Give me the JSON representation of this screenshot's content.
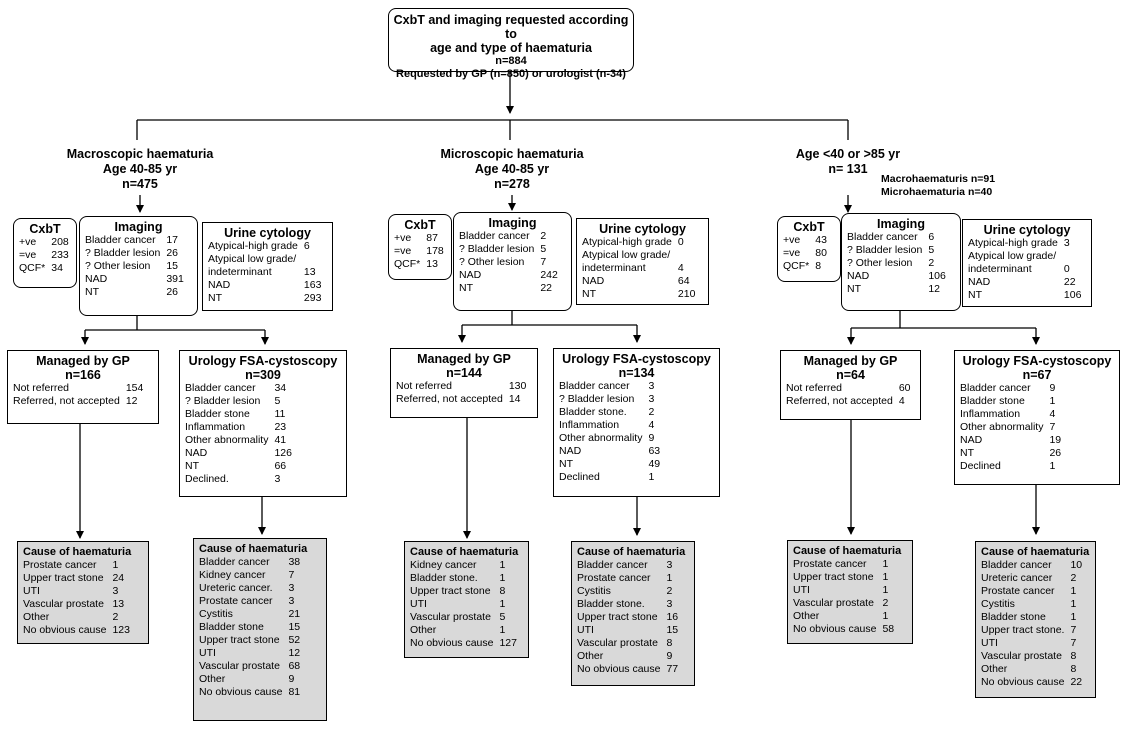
{
  "top": {
    "line1": "CxbT and imaging requested according to",
    "line2": "age and type of haematuria",
    "line3": "n=884",
    "line4": "Requested by GP (n=850) or urologist (n-34)"
  },
  "columns": [
    {
      "header": [
        "Macroscopic haematuria",
        "Age 40-85 yr",
        "n=475"
      ],
      "cxbt": {
        "title": "CxbT",
        "rows": [
          [
            "+ve",
            "208"
          ],
          [
            "=ve",
            "233"
          ],
          [
            "QCF*",
            "34"
          ]
        ]
      },
      "imaging": {
        "title": "Imaging",
        "rows": [
          [
            "Bladder cancer",
            "17"
          ],
          [
            "? Bladder lesion",
            "26"
          ],
          [
            "? Other lesion",
            "15"
          ],
          [
            "NAD",
            "391"
          ],
          [
            "NT",
            "26"
          ]
        ]
      },
      "cytology": {
        "title": "Urine cytology",
        "rows": [
          [
            "Atypical-high grade",
            "6"
          ],
          [
            "Atypical low grade/",
            ""
          ],
          [
            "indeterminant",
            "13"
          ],
          [
            "NAD",
            "163"
          ],
          [
            "NT",
            "293"
          ]
        ]
      },
      "gp": {
        "title": "Managed by GP",
        "subtitle": "n=166",
        "rows": [
          [
            "Not referred",
            "154"
          ],
          [
            "Referred, not accepted",
            "12"
          ]
        ]
      },
      "uro": {
        "title": "Urology FSA-cystoscopy",
        "subtitle": "n=309",
        "rows": [
          [
            "Bladder cancer",
            "34"
          ],
          [
            "? Bladder lesion",
            "5"
          ],
          [
            "Bladder stone",
            "11"
          ],
          [
            "Inflammation",
            "23"
          ],
          [
            "Other abnormality",
            "41"
          ],
          [
            "NAD",
            "126"
          ],
          [
            "NT",
            "66"
          ],
          [
            "Declined.",
            "3"
          ]
        ]
      },
      "cause_gp": {
        "title": "Cause of haematuria",
        "rows": [
          [
            "Prostate cancer",
            "1"
          ],
          [
            "Upper tract stone",
            "24"
          ],
          [
            "UTI",
            "3"
          ],
          [
            "Vascular prostate",
            "13"
          ],
          [
            "Other",
            "2"
          ],
          [
            "No obvious cause",
            "123"
          ]
        ]
      },
      "cause_uro": {
        "title": "Cause of haematuria",
        "rows": [
          [
            "Bladder cancer",
            "38"
          ],
          [
            "Kidney cancer",
            "7"
          ],
          [
            "Ureteric cancer.",
            "3"
          ],
          [
            "Prostate cancer",
            "3"
          ],
          [
            "Cystitis",
            "21"
          ],
          [
            "Bladder stone",
            "15"
          ],
          [
            "Upper tract stone",
            "52"
          ],
          [
            "UTI",
            "12"
          ],
          [
            "Vascular prostate",
            "68"
          ],
          [
            "Other",
            "9"
          ],
          [
            "No obvious cause",
            "81"
          ]
        ]
      }
    },
    {
      "header": [
        "Microscopic haematuria",
        "Age 40-85 yr",
        "n=278"
      ],
      "cxbt": {
        "title": "CxbT",
        "rows": [
          [
            "+ve",
            "87"
          ],
          [
            "=ve",
            "178"
          ],
          [
            "QCF*",
            "13"
          ]
        ]
      },
      "imaging": {
        "title": "Imaging",
        "rows": [
          [
            "Bladder cancer",
            "2"
          ],
          [
            "? Bladder lesion",
            "5"
          ],
          [
            "? Other lesion",
            "7"
          ],
          [
            "NAD",
            "242"
          ],
          [
            "NT",
            "22"
          ]
        ]
      },
      "cytology": {
        "title": "Urine cytology",
        "rows": [
          [
            "Atypical-high grade",
            "0"
          ],
          [
            "Atypical low grade/",
            ""
          ],
          [
            "indeterminant",
            "4"
          ],
          [
            "NAD",
            "64"
          ],
          [
            "NT",
            "210"
          ]
        ]
      },
      "gp": {
        "title": "Managed by GP",
        "subtitle": "n=144",
        "rows": [
          [
            "Not referred",
            "130"
          ],
          [
            "Referred, not accepted",
            "14"
          ]
        ]
      },
      "uro": {
        "title": "Urology FSA-cystoscopy",
        "subtitle": "n=134",
        "rows": [
          [
            "Bladder cancer",
            "3"
          ],
          [
            "? Bladder lesion",
            "3"
          ],
          [
            "Bladder stone.",
            "2"
          ],
          [
            "Inflammation",
            "4"
          ],
          [
            "Other abnormality",
            "9"
          ],
          [
            "NAD",
            "63"
          ],
          [
            "NT",
            "49"
          ],
          [
            "Declined",
            "1"
          ]
        ]
      },
      "cause_gp": {
        "title": "Cause of haematuria",
        "rows": [
          [
            "Kidney cancer",
            "1"
          ],
          [
            "Bladder stone.",
            "1"
          ],
          [
            "Upper tract stone",
            "8"
          ],
          [
            "UTI",
            "1"
          ],
          [
            "Vascular prostate",
            "5"
          ],
          [
            "Other",
            "1"
          ],
          [
            "No obvious cause",
            "127"
          ]
        ]
      },
      "cause_uro": {
        "title": "Cause of haematuria",
        "rows": [
          [
            "Bladder cancer",
            "3"
          ],
          [
            "Prostate cancer",
            "1"
          ],
          [
            "Cystitis",
            "2"
          ],
          [
            "Bladder stone.",
            "3"
          ],
          [
            "Upper tract stone",
            "16"
          ],
          [
            "UTI",
            "15"
          ],
          [
            "Vascular prostate",
            "8"
          ],
          [
            "Other",
            "9"
          ],
          [
            "No obvious cause",
            "77"
          ]
        ]
      }
    },
    {
      "header": [
        "Age <40 or >85 yr",
        "n= 131"
      ],
      "extra": [
        "Macrohaematuris n=91",
        "Microhaematuria n=40"
      ],
      "cxbt": {
        "title": "CxbT",
        "rows": [
          [
            "+ve",
            "43"
          ],
          [
            "=ve",
            "80"
          ],
          [
            "QCF*",
            "8"
          ]
        ]
      },
      "imaging": {
        "title": "Imaging",
        "rows": [
          [
            "Bladder cancer",
            "6"
          ],
          [
            "? Bladder lesion",
            "5"
          ],
          [
            "? Other lesion",
            "2"
          ],
          [
            "NAD",
            "106"
          ],
          [
            "NT",
            "12"
          ]
        ]
      },
      "cytology": {
        "title": "Urine cytology",
        "rows": [
          [
            "Atypical-high grade",
            "3"
          ],
          [
            "Atypical low grade/",
            ""
          ],
          [
            "indeterminant",
            "0"
          ],
          [
            "NAD",
            "22"
          ],
          [
            "NT",
            "106"
          ]
        ]
      },
      "gp": {
        "title": "Managed by GP",
        "subtitle": "n=64",
        "rows": [
          [
            "Not referred",
            "60"
          ],
          [
            "Referred, not accepted",
            "4"
          ]
        ]
      },
      "uro": {
        "title": "Urology FSA-cystoscopy",
        "subtitle": "n=67",
        "rows": [
          [
            "Bladder cancer",
            "9"
          ],
          [
            "Bladder stone",
            "1"
          ],
          [
            "Inflammation",
            "4"
          ],
          [
            "Other abnormality",
            "7"
          ],
          [
            "NAD",
            "19"
          ],
          [
            "NT",
            "26"
          ],
          [
            "Declined",
            "1"
          ]
        ]
      },
      "cause_gp": {
        "title": "Cause of haematuria",
        "rows": [
          [
            "Prostate cancer",
            "1"
          ],
          [
            "Upper tract stone",
            "1"
          ],
          [
            "UTI",
            "1"
          ],
          [
            "Vascular prostate",
            "2"
          ],
          [
            "Other",
            "1"
          ],
          [
            "No obvious cause",
            "58"
          ]
        ]
      },
      "cause_uro": {
        "title": "Cause of haematuria",
        "rows": [
          [
            "Bladder cancer",
            "10"
          ],
          [
            "Ureteric cancer",
            "2"
          ],
          [
            "Prostate cancer",
            "1"
          ],
          [
            "Cystitis",
            "1"
          ],
          [
            "Bladder stone",
            "1"
          ],
          [
            "Upper tract stone.",
            "7"
          ],
          [
            "UTI",
            "7"
          ],
          [
            "Vascular prostate",
            "8"
          ],
          [
            "Other",
            "8"
          ],
          [
            "No obvious cause",
            "22"
          ]
        ]
      }
    }
  ]
}
